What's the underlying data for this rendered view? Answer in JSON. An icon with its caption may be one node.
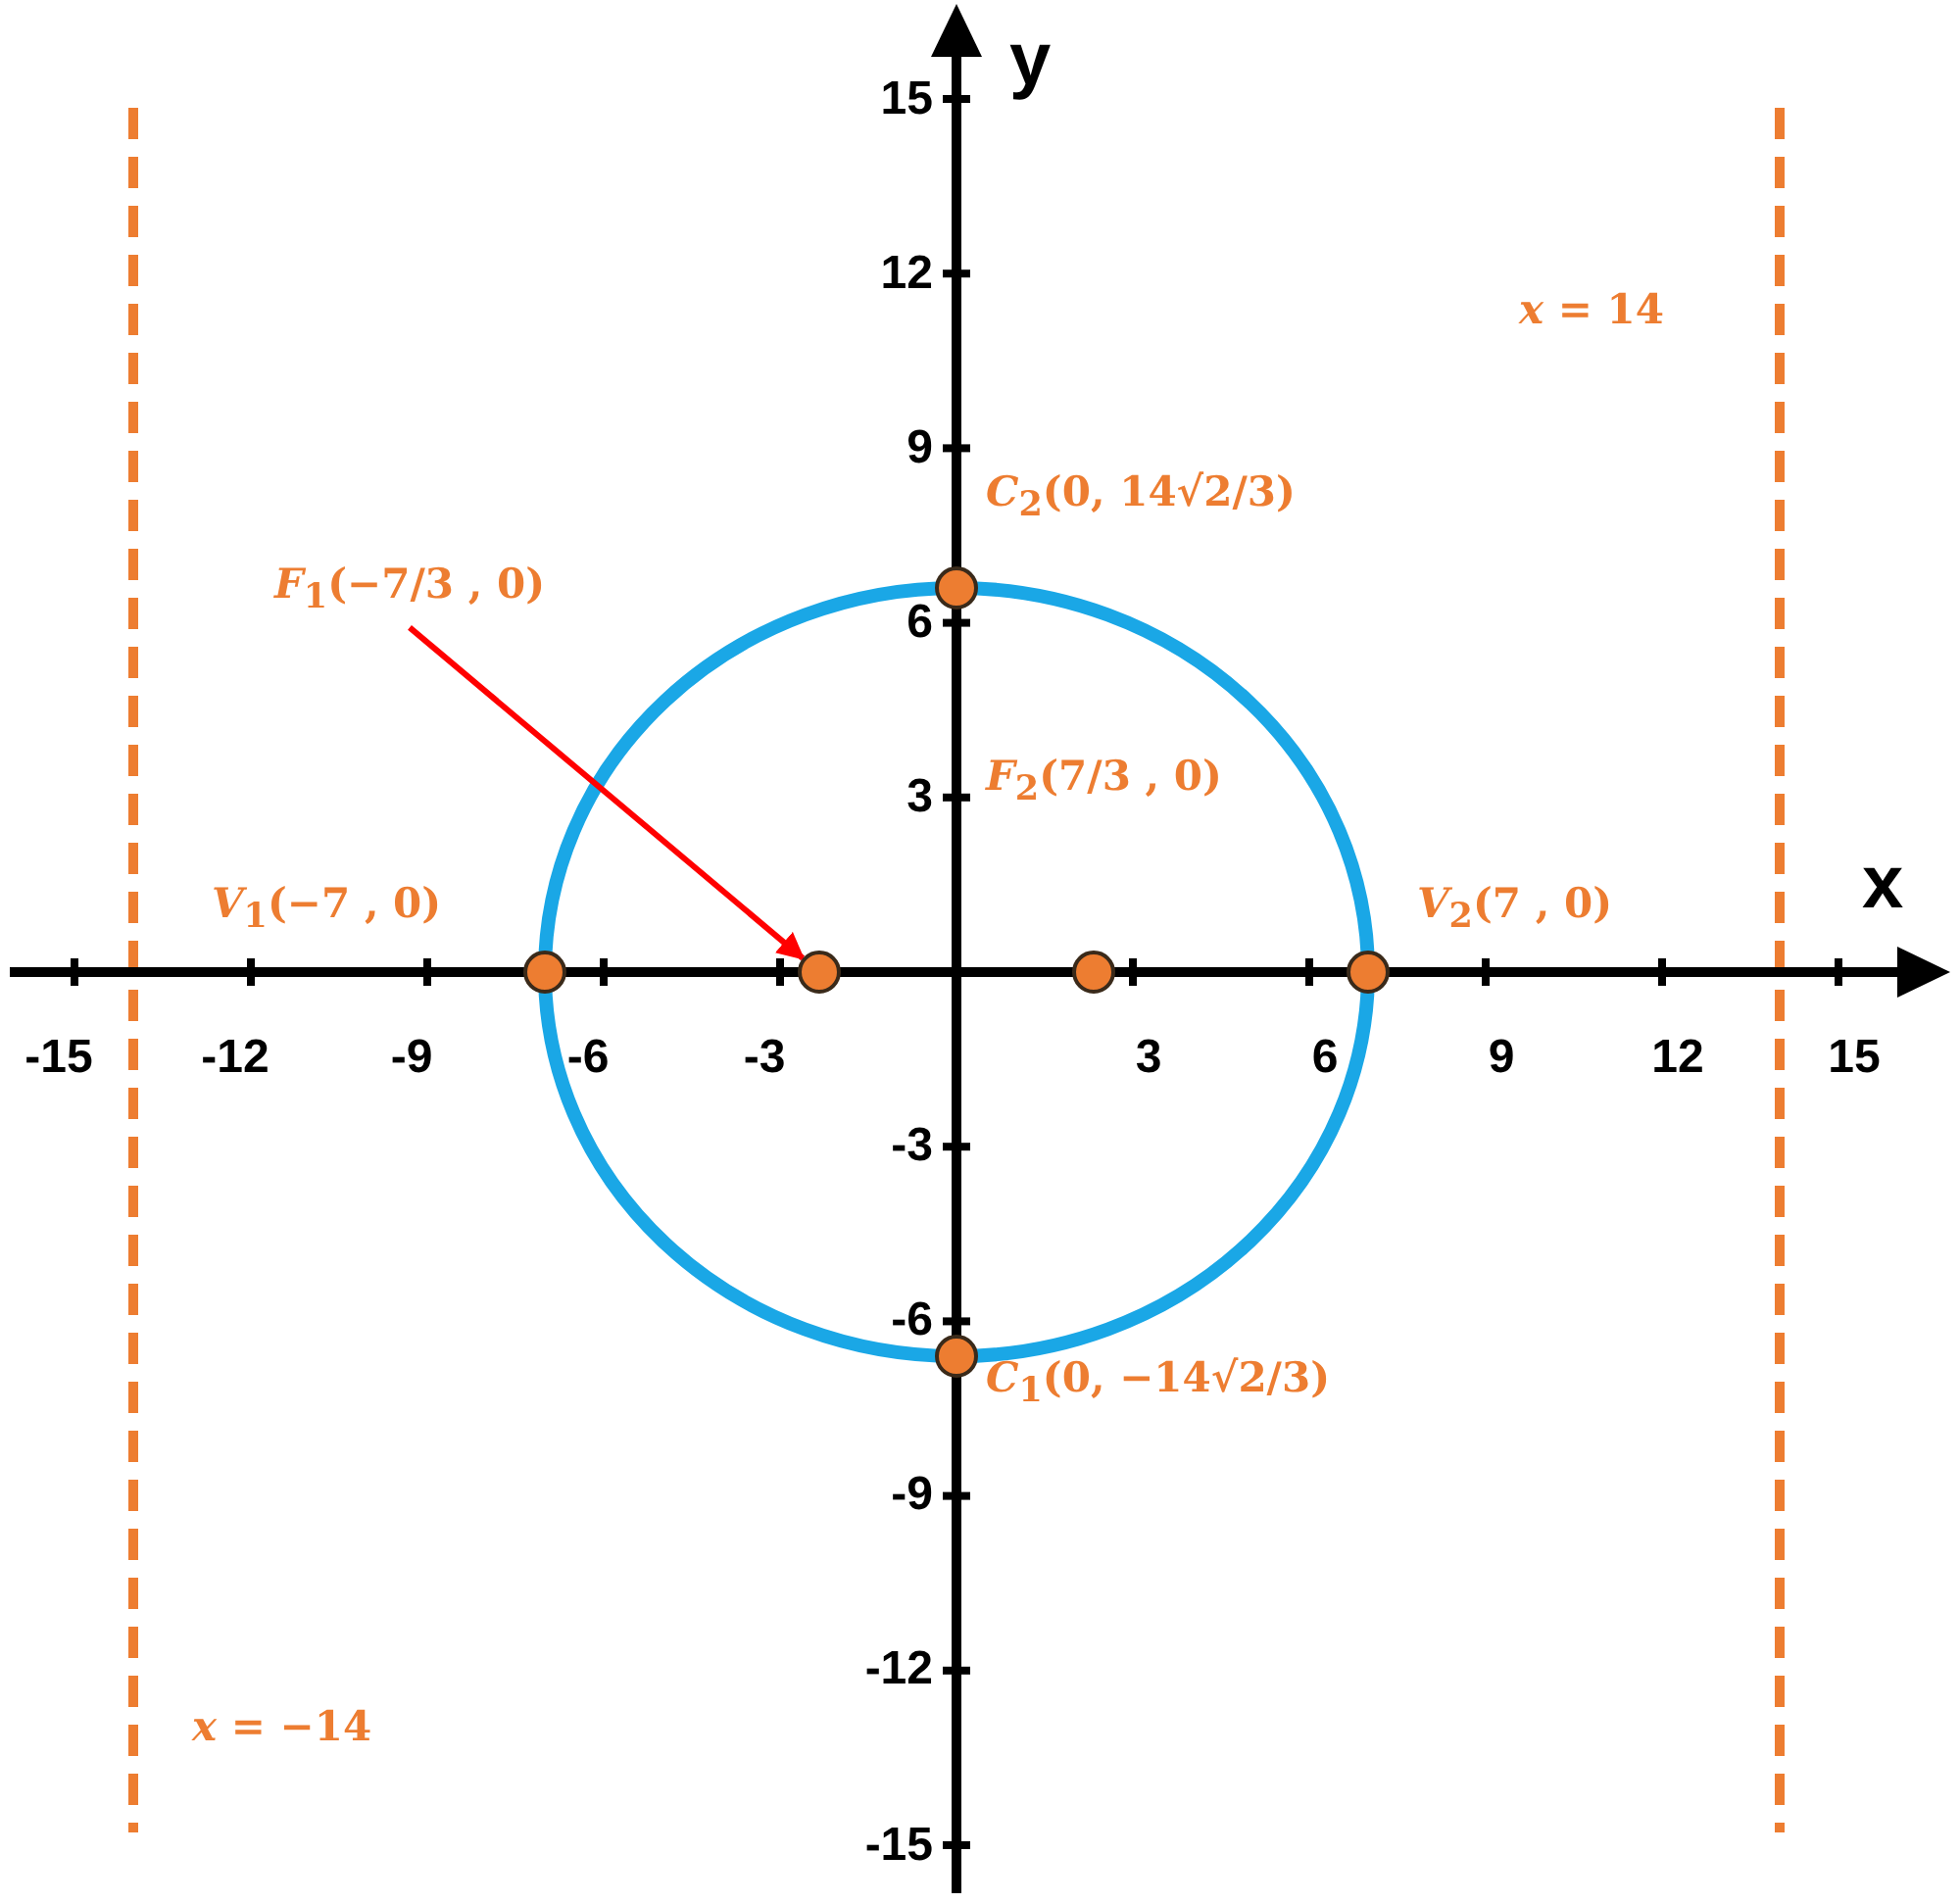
{
  "diagram": {
    "nodes": [
      {
        "text": [],
        "shape": "circle",
        "beside": [
          "*C*$_{2}$(0, 14√2/3)"
        ]
      },
      {
        "text": [
          "*F*$_{1}$(−7/3 , 0)"
        ]
      },
      {
        "text": [],
        "shape": "circle",
        "beside": [
          "*V*$_{1}$(−7 , 0)"
        ]
      },
      {
        "text": [],
        "shape": "circle"
      },
      {
        "text": [],
        "shape": "circle",
        "beside": [
          "*F*$_{2}$(7/3 , 0)"
        ]
      },
      {
        "text": [],
        "shape": "circle",
        "beside": [
          "*V*$_{2}$(7 , 0)"
        ]
      },
      {
        "text": [],
        "shape": "circle",
        "beside": [
          "*C*$_{1}$(0, −14√2/3)"
        ]
      }
    ],
    "edges": [
      {
        "from": 1,
        "to": 3,
        "arrow": "to",
        "color": "#ff0000"
      }
    ],
    "labels": [
      "y",
      "15",
      "12",
      "*x* = 14",
      "9",
      "6",
      "3",
      "x",
      "-15",
      "-12",
      "-9",
      "-6",
      "-3",
      "3",
      "6",
      "9",
      "12",
      "15",
      "-3",
      "-6",
      "-9",
      "-12",
      "*x* = −14",
      "-15"
    ]
  }
}
